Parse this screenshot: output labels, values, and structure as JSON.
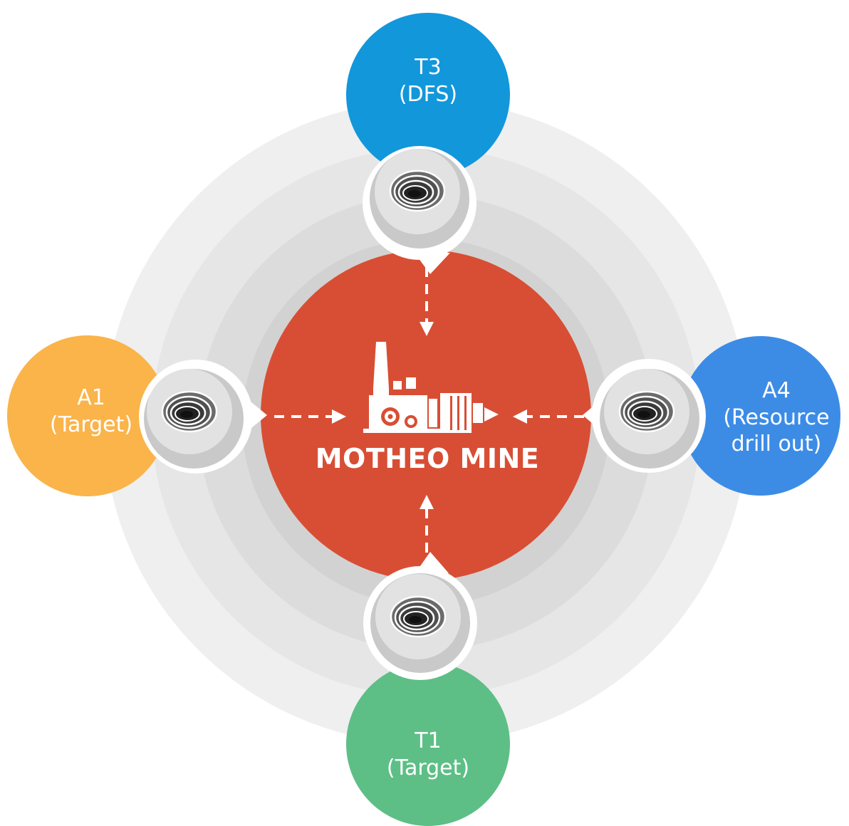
{
  "center": {
    "title": "MOTHEO MINE",
    "color": "#D84E34",
    "icon": "factory-icon"
  },
  "nodes": [
    {
      "id": "t3",
      "line1": "T3",
      "line2": "(DFS)",
      "line3": "",
      "color": "#1297DB"
    },
    {
      "id": "a1",
      "line1": "A1",
      "line2": "(Target)",
      "line3": "",
      "color": "#FAB44A"
    },
    {
      "id": "a4",
      "line1": "A4",
      "line2": "(Resource",
      "line3": "drill out)",
      "color": "#3C8CE6"
    },
    {
      "id": "t1",
      "line1": "T1",
      "line2": "(Target)",
      "line3": "",
      "color": "#5DBF86"
    }
  ],
  "connector_icon": "drill-hole-icon",
  "ring_colors": [
    "#EFEFEF",
    "#E5E5E5",
    "#DBDBDB",
    "#D0D0D0"
  ]
}
